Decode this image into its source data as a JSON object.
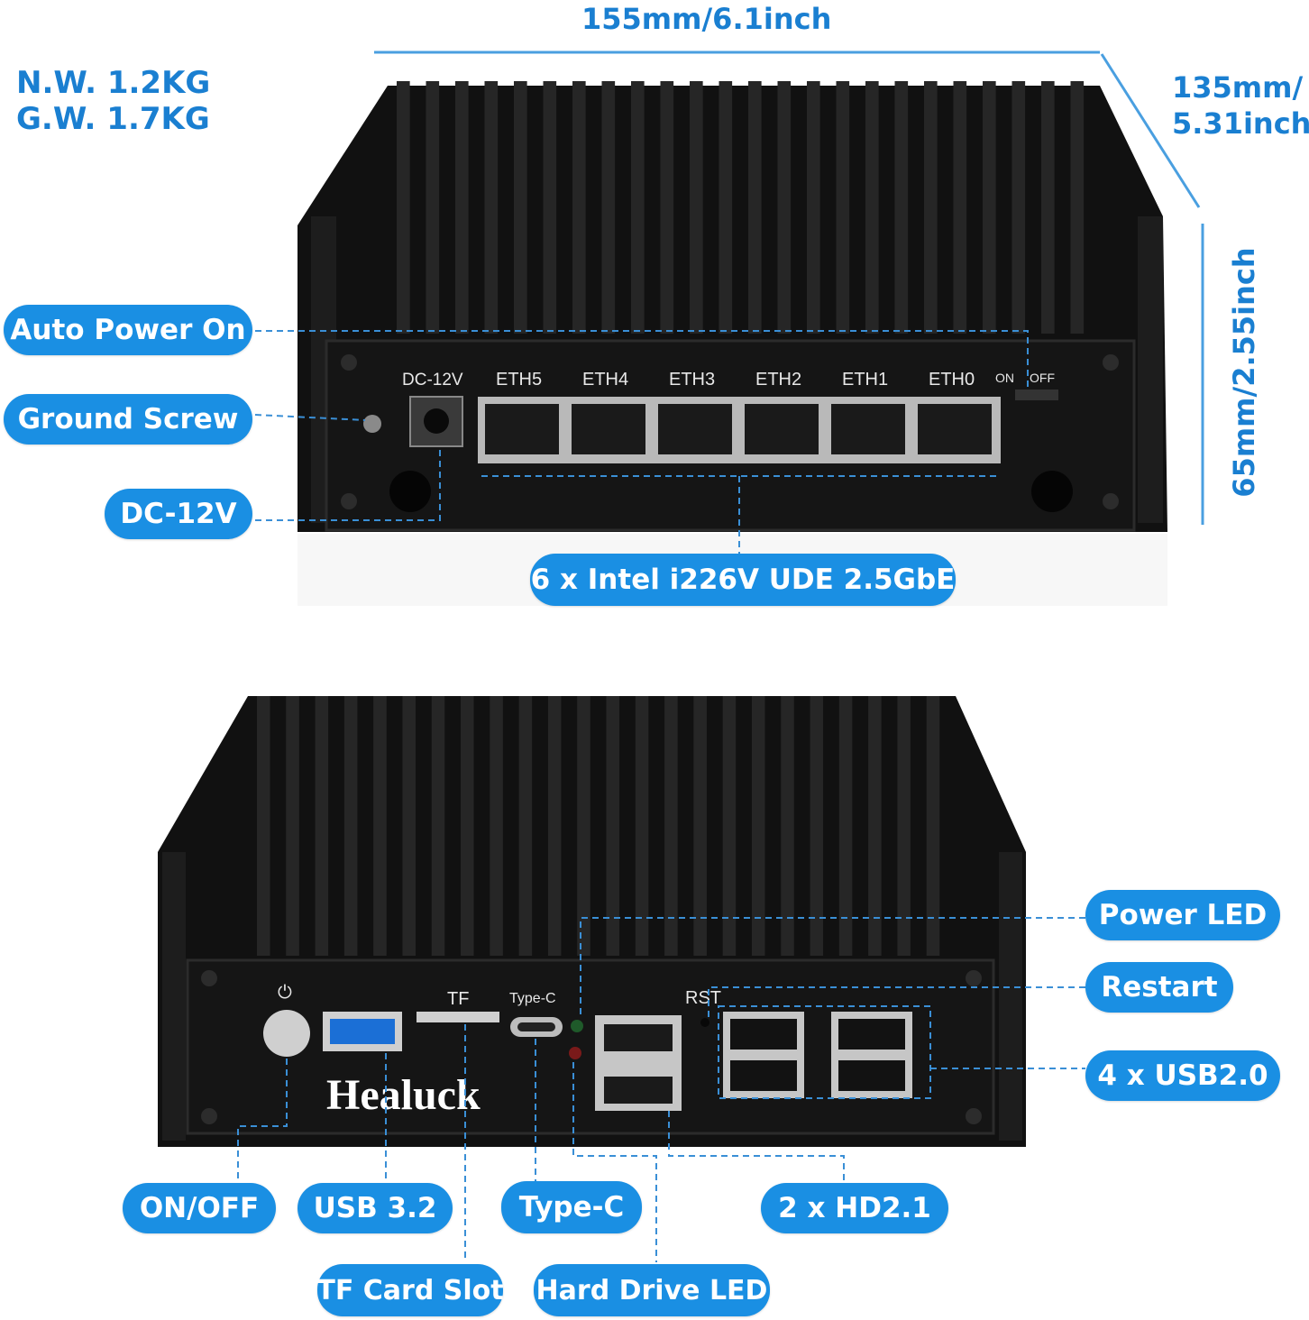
{
  "weights": {
    "net": "N.W. 1.2KG",
    "gross": "G.W. 1.7KG"
  },
  "dimensions": {
    "width": "155mm/6.1inch",
    "depth_line1": "135mm/",
    "depth_line2": "5.31inch",
    "height": "65mm/2.55inch"
  },
  "top_device": {
    "power_label": "DC-12V",
    "ports": [
      "ETH5",
      "ETH4",
      "ETH3",
      "ETH2",
      "ETH1",
      "ETH0"
    ],
    "switch_on": "ON",
    "switch_off": "OFF"
  },
  "top_callouts": {
    "auto_power_on": "Auto Power On",
    "ground_screw": "Ground Screw",
    "dc12v": "DC-12V",
    "ethernet": "6 x Intel i226V UDE 2.5GbE"
  },
  "bottom_device": {
    "brand": "Healuck",
    "tf_label": "TF",
    "typec_label": "Type-C",
    "rst_label": "RST"
  },
  "bottom_callouts": {
    "power_led": "Power LED",
    "restart": "Restart",
    "usb2": "4 x USB2.0",
    "on_off": "ON/OFF",
    "usb32": "USB 3.2",
    "typec": "Type-C",
    "hd21": "2 x HD2.1",
    "tf_slot": "TF Card Slot",
    "hdd_led": "Hard Drive LED"
  },
  "colors": {
    "accent": "#1a8fe3",
    "dimension_text": "#1a7fd1",
    "device_body": "#141414"
  }
}
